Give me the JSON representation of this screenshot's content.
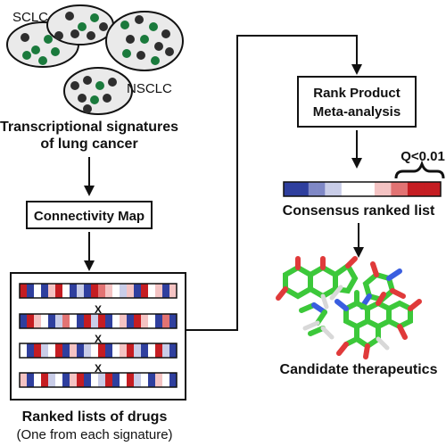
{
  "clusters": {
    "sclc_label": "SCLC",
    "nsclc_label": "NSCLC"
  },
  "labels": {
    "signatures_line1": "Transcriptional signatures",
    "signatures_line2": "of lung cancer",
    "cmap": "Connectivity Map",
    "rank_product_line1": "Rank Product",
    "rank_product_line2": "Meta-analysis",
    "q_value": "Q<0.01",
    "consensus": "Consensus ranked list",
    "candidates": "Candidate therapeutics",
    "ranked_lists_line1": "Ranked lists of drugs",
    "ranked_lists_line2": "(One from each signature)",
    "cross": "X"
  },
  "colors": {
    "dark_dot": "#2e2e2e",
    "green_dot": "#1a7a3c",
    "ellipse_fill": "#eaeaea",
    "strong_blue": "#2f3f9e",
    "mid_blue": "#7f88c6",
    "light_blue": "#c9cde8",
    "white_cell": "#ffffff",
    "light_red": "#f4c3c3",
    "mid_red": "#e27373",
    "strong_red": "#c51d22"
  },
  "drug_list_rows": [
    [
      "r",
      "b",
      "w",
      "b",
      "lr",
      "r",
      "w",
      "b",
      "lb",
      "b",
      "r",
      "mr",
      "lr",
      "w",
      "lb",
      "lr",
      "b",
      "r",
      "w",
      "lr",
      "b",
      "lr"
    ],
    [
      "b",
      "r",
      "lr",
      "w",
      "b",
      "lb",
      "mr",
      "w",
      "b",
      "r",
      "lb",
      "r",
      "b",
      "w",
      "lr",
      "b",
      "r",
      "lr",
      "w",
      "b",
      "mr",
      "b"
    ],
    [
      "w",
      "b",
      "r",
      "lb",
      "w",
      "r",
      "b",
      "lr",
      "b",
      "lb",
      "w",
      "r",
      "b",
      "w",
      "lr",
      "r",
      "lb",
      "b",
      "w",
      "r",
      "lb",
      "b"
    ],
    [
      "lr",
      "b",
      "w",
      "r",
      "lb",
      "w",
      "b",
      "lr",
      "r",
      "b",
      "w",
      "lb",
      "r",
      "b",
      "w",
      "r",
      "lb",
      "w",
      "b",
      "lr",
      "w",
      "b"
    ]
  ],
  "consensus_row": [
    "b",
    "b",
    "b",
    "mb",
    "mb",
    "lb",
    "lb",
    "w",
    "w",
    "w",
    "w",
    "lr",
    "lr",
    "mr",
    "mr",
    "r",
    "r",
    "r",
    "r"
  ]
}
